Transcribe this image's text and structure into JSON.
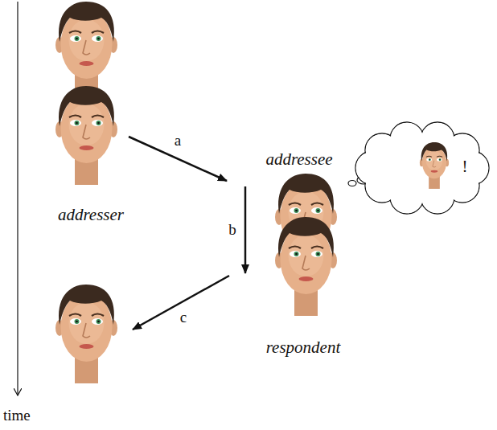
{
  "diagram": {
    "nodes": [
      {
        "text": [
          "addresser"
        ]
      },
      {
        "text": [
          "addressee"
        ]
      },
      {
        "text": [
          "respondent"
        ]
      },
      {
        "text": [
          "!"
        ]
      }
    ],
    "edges": [
      {
        "from": 0,
        "to": 1,
        "label": "a",
        "arrow": "to"
      },
      {
        "from": 1,
        "to": 2,
        "label": "b",
        "arrow": "to"
      }
    ],
    "labels": [
      "c",
      "time"
    ]
  }
}
